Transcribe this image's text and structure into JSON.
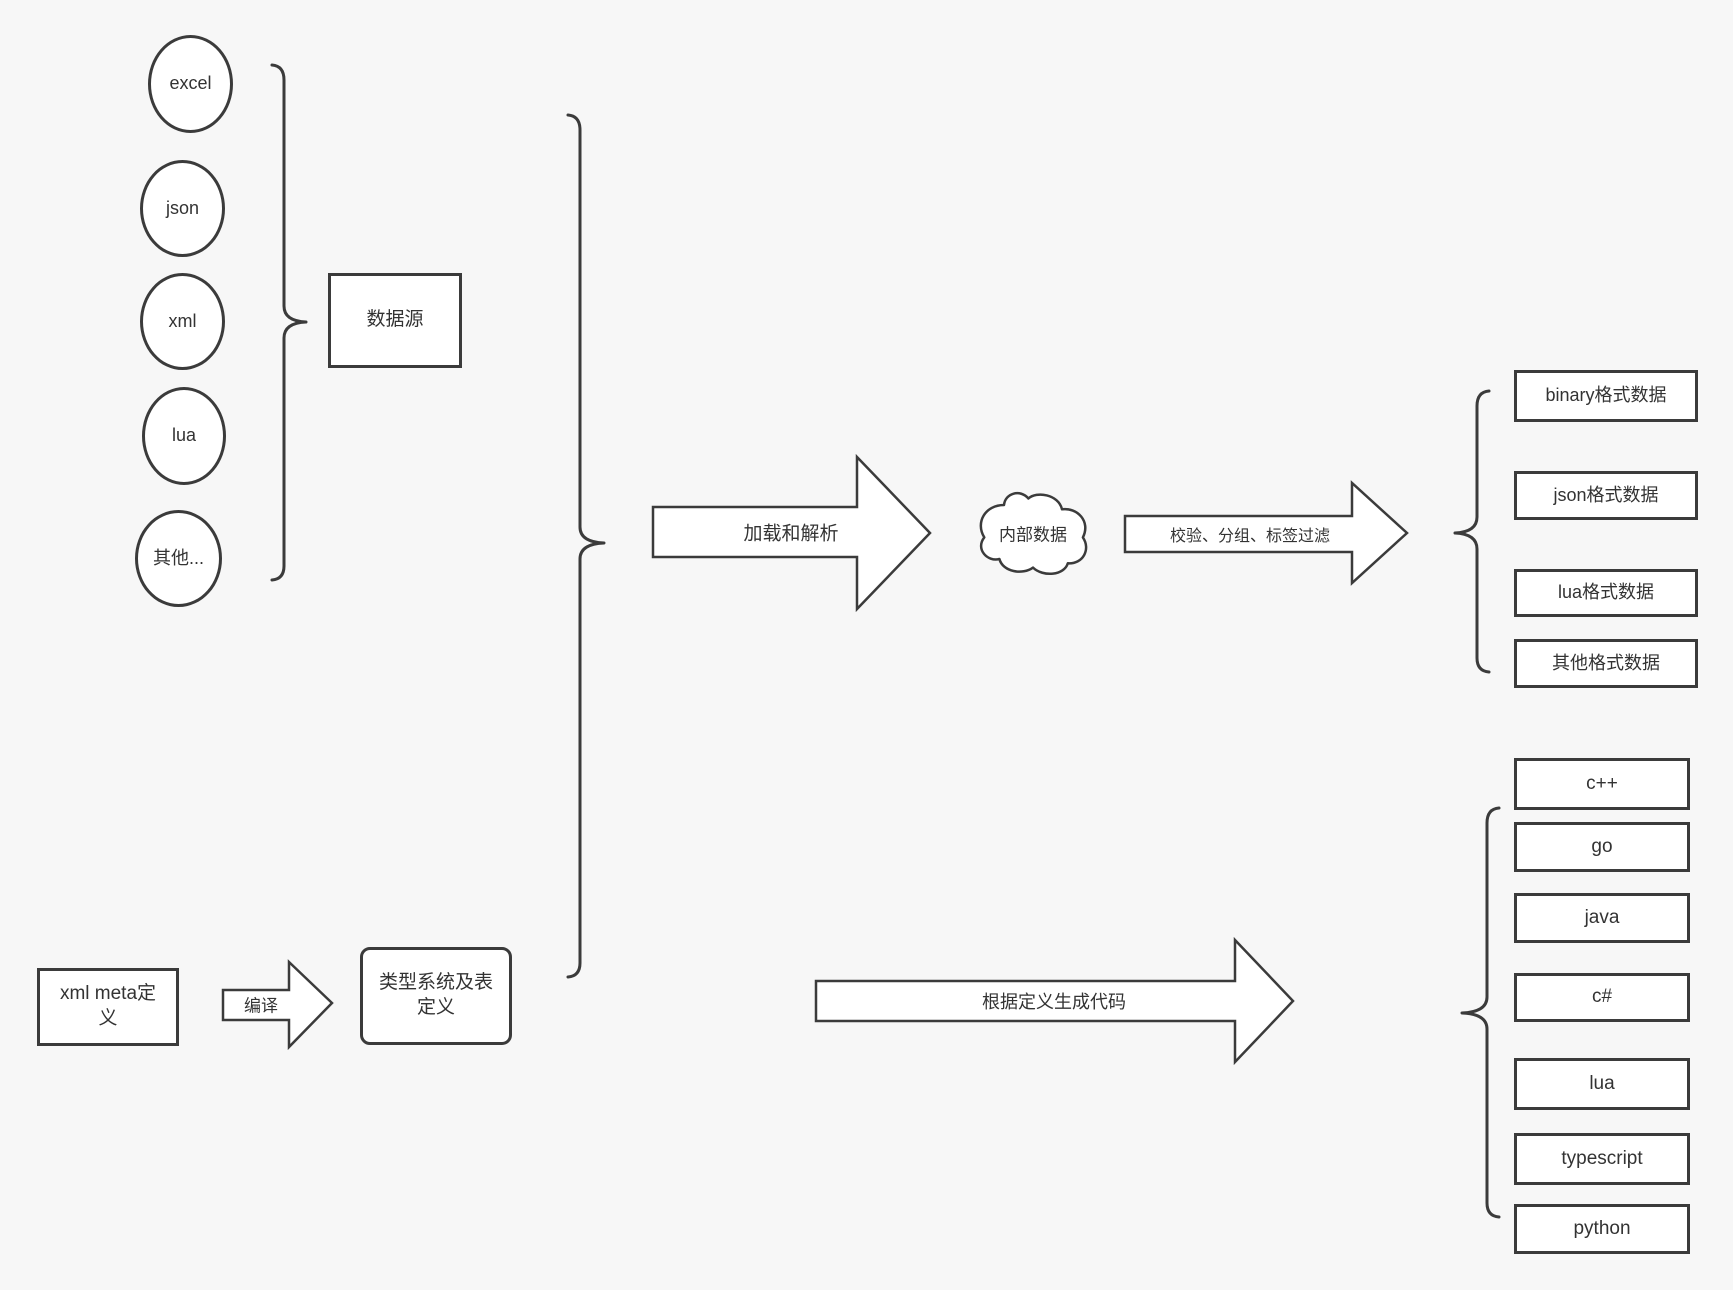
{
  "colors": {
    "background": "#f7f7f7",
    "stroke": "#3b3b3b",
    "shape_fill": "#ffffff",
    "text": "#333333"
  },
  "sources": {
    "group_label": "数据源",
    "items": [
      {
        "label": "excel"
      },
      {
        "label": "json"
      },
      {
        "label": "xml"
      },
      {
        "label": "lua"
      },
      {
        "label": "其他..."
      }
    ]
  },
  "pipeline": {
    "load_arrow_label": "加载和解析",
    "internal_data_label": "内部数据",
    "filter_arrow_label": "校验、分组、标签过滤",
    "format_outputs": [
      {
        "label": "binary格式数据"
      },
      {
        "label": "json格式数据"
      },
      {
        "label": "lua格式数据"
      },
      {
        "label": "其他格式数据"
      }
    ]
  },
  "codegen": {
    "xml_meta_label": "xml meta定义",
    "compile_arrow_label": "编译",
    "type_system_label": "类型系统及表定义",
    "codegen_arrow_label": "根据定义生成代码",
    "languages": [
      {
        "label": "c++"
      },
      {
        "label": "go"
      },
      {
        "label": "java"
      },
      {
        "label": "c#"
      },
      {
        "label": "lua"
      },
      {
        "label": "typescript"
      },
      {
        "label": "python"
      }
    ]
  }
}
